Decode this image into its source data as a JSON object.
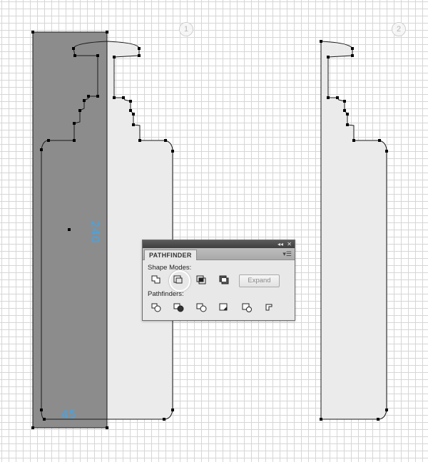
{
  "canvas": {
    "step_badges": [
      "1",
      "2"
    ],
    "dimensions": {
      "height_label": "240",
      "width_label": "45"
    },
    "colors": {
      "selection_fill": "#8c8c8c",
      "shape_fill": "#ebebeb",
      "dimension_text": "#3aa7f2"
    }
  },
  "pathfinder_panel": {
    "tab_label": "PATHFINDER",
    "shape_modes_label": "Shape Modes:",
    "pathfinders_label": "Pathfinders:",
    "expand_label": "Expand",
    "shape_mode_buttons": [
      "unite-icon",
      "minus-front-icon",
      "intersect-icon",
      "exclude-icon"
    ],
    "pathfinder_buttons": [
      "divide-icon",
      "trim-icon",
      "merge-icon",
      "crop-icon",
      "outline-icon",
      "minus-back-icon"
    ],
    "active_button": "minus-front-icon"
  }
}
